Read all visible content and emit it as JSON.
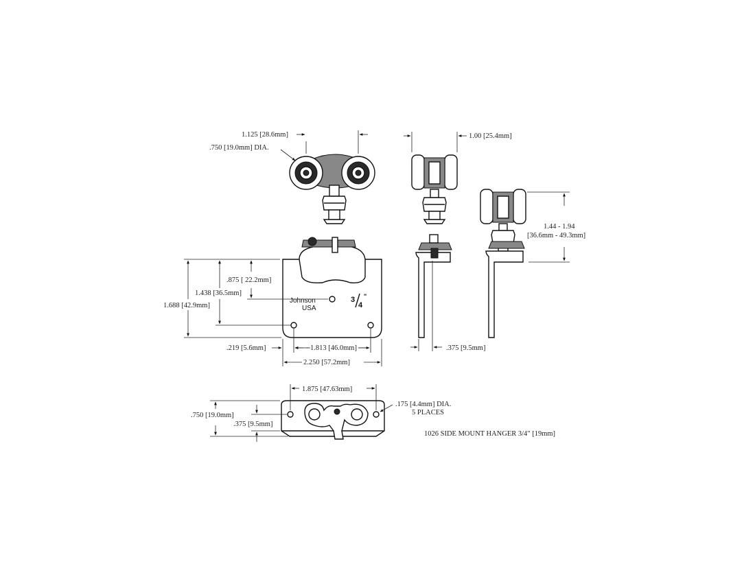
{
  "title": "1026 SIDE MOUNT HANGER 3/4\" [19mm]",
  "brand": {
    "line1": "Johnson",
    "line2": "USA"
  },
  "size_mark": {
    "num": "3",
    "den": "4",
    "inch": "\""
  },
  "dims": {
    "wheel_spacing": "1.125 [28.6mm]",
    "wheel_dia": ".750 [19.0mm] DIA.",
    "wheel_width": "1.00 [25.4mm]",
    "height_range_1": "1.44 - 1.94",
    "height_range_2": "[36.6mm - 49.3mm]",
    "d_875": ".875 [ 22.2mm]",
    "d_1438": "1.438 [36.5mm]",
    "d_1688": "1.688 [42.9mm]",
    "d_219": ".219 [5.6mm]",
    "d_1813": "1.813 [46.0mm]",
    "d_2250": "2.250 [57.2mm]",
    "d_375_side": ".375 [9.5mm]",
    "d_1875": "1.875 [47.63mm]",
    "d_750_bottom": ".750 [19.0mm]",
    "d_375_bottom": ".375 [9.5mm]",
    "hole_dia": ".175 [4.4mm] DIA.",
    "hole_count": "5 PLACES"
  },
  "colors": {
    "line": "#111111",
    "background": "#ffffff"
  }
}
